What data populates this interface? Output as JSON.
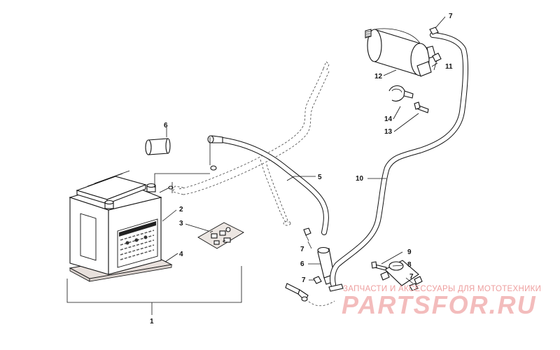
{
  "callouts": {
    "c1": "1",
    "c2": "2",
    "c3": "3",
    "c4": "4",
    "c5": "5",
    "c6a": "6",
    "c6b": "6",
    "c7a": "7",
    "c7b": "7",
    "c7c": "7",
    "c7d": "7",
    "c8": "8",
    "c9": "9",
    "c10": "10",
    "c11": "11",
    "c12": "12",
    "c13": "13",
    "c14": "14"
  },
  "watermark": {
    "tagline": "ЗАПЧАСТИ И АКСЕССУАРЫ ДЛЯ МОТОТЕХНИКИ",
    "brand": "PARTSFOR.RU"
  },
  "colors": {
    "ink": "#111111",
    "watermark": "#ee9e9e",
    "watermark_big": "#f3bcbc",
    "mat": "#e8e0dc"
  }
}
